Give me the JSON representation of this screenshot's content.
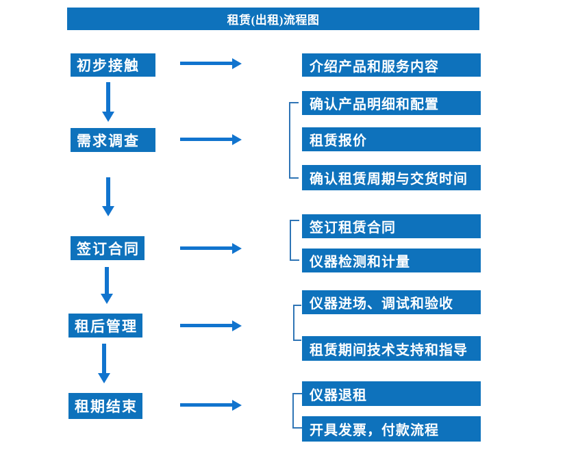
{
  "title": "租赁(出租)流程图",
  "colors": {
    "box-blue": "#0E72BC",
    "arrow-blue": "#1174CE",
    "bracket-blue": "#2E74B5",
    "text-white": "#FFFFFF"
  },
  "flow": [
    {
      "step": "初步接触",
      "details": [
        "介绍产品和服务内容"
      ]
    },
    {
      "step": "需求调查",
      "details": [
        "确认产品明细和配置",
        "租赁报价",
        "确认租赁周期与交货时间"
      ]
    },
    {
      "step": "签订合同",
      "details": [
        "签订租赁合同",
        "仪器检测和计量"
      ]
    },
    {
      "step": "租后管理",
      "details": [
        "仪器进场、调试和验收",
        "租赁期间技术支持和指导"
      ]
    },
    {
      "step": "租期结束",
      "details": [
        "仪器退租",
        "开具发票，付款流程"
      ]
    }
  ]
}
